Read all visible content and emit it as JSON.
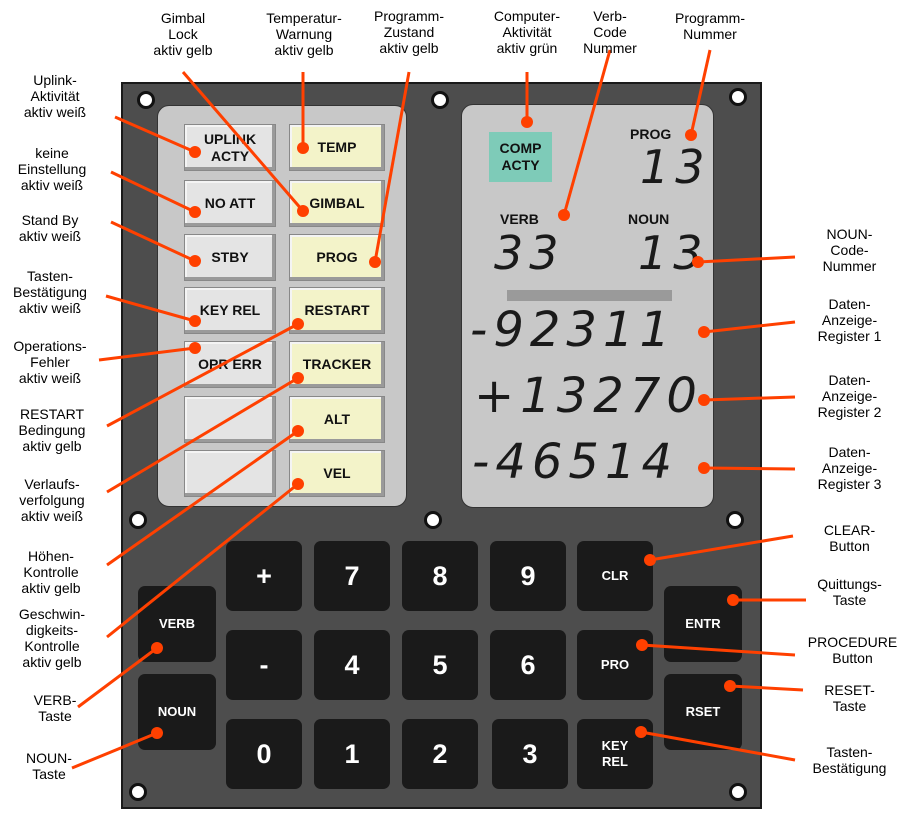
{
  "lamps": {
    "uplink": "UPLINK\nACTY",
    "no_att": "NO ATT",
    "stby": "STBY",
    "key_rel": "KEY REL",
    "opr_err": "OPR ERR",
    "temp": "TEMP",
    "gimbal": "GIMBAL",
    "prog": "PROG",
    "restart": "RESTART",
    "tracker": "TRACKER",
    "alt": "ALT",
    "vel": "VEL"
  },
  "display": {
    "comp_acty": "COMP\nACTY",
    "prog_label": "PROG",
    "prog_value": "13",
    "verb_label": "VERB",
    "verb_value": "33",
    "noun_label": "NOUN",
    "noun_value": "13",
    "reg1": "-92311",
    "reg2": "+13270",
    "reg3": "-46514"
  },
  "keys": {
    "verb": "VERB",
    "noun": "NOUN",
    "plus": "+",
    "minus": "-",
    "k0": "0",
    "k1": "1",
    "k2": "2",
    "k3": "3",
    "k4": "4",
    "k5": "5",
    "k6": "6",
    "k7": "7",
    "k8": "8",
    "k9": "9",
    "clr": "CLR",
    "pro": "PRO",
    "key_rel": "KEY\nREL",
    "entr": "ENTR",
    "rset": "RSET"
  },
  "annotations": {
    "gimbal_lock": "Gimbal\nLock\naktiv gelb",
    "temperatur": "Temperatur-\nWarnung\naktiv gelb",
    "programm_zustand": "Programm-\nZustand\naktiv gelb",
    "computer_aktivitaet": "Computer-\nAktivität\naktiv grün",
    "verb_code": "Verb-\nCode\nNummer",
    "programm_nummer": "Programm-\nNummer",
    "uplink": "Uplink-\nAktivität\naktiv weiß",
    "keine_einstellung": "keine\nEinstellung\naktiv weiß",
    "stand_by": "Stand By\naktiv weiß",
    "tasten_bestaetigung": "Tasten-\nBestätigung\naktiv weiß",
    "operations_fehler": "Operations-\nFehler\naktiv weiß",
    "restart": "RESTART\nBedingung\naktiv gelb",
    "verlaufs": "Verlaufs-\nverfolgung\naktiv weiß",
    "hoehen": "Höhen-\nKontrolle\naktiv gelb",
    "geschwindigkeit": "Geschwin-\ndigkeits-\nKontrolle\naktiv gelb",
    "verb_taste": "VERB-\nTaste",
    "noun_taste": "NOUN-\nTaste",
    "noun_code": "NOUN-\nCode-\nNummer",
    "daten1": "Daten-\nAnzeige-\nRegister 1",
    "daten2": "Daten-\nAnzeige-\nRegister 2",
    "daten3": "Daten-\nAnzeige-\nRegister 3",
    "clear": "CLEAR-\nButton",
    "quittung": "Quittungs-\nTaste",
    "procedure": "PROCEDURE\nButton",
    "reset": "RESET-\nTaste",
    "tasten_bestaetigung2": "Tasten-\nBestätigung"
  },
  "colors": {
    "leader": "#ff4000",
    "comp_acty": "#7ecbb8",
    "lamp_yellow": "#f3f3c9",
    "lamp_white": "#e4e4e4"
  }
}
